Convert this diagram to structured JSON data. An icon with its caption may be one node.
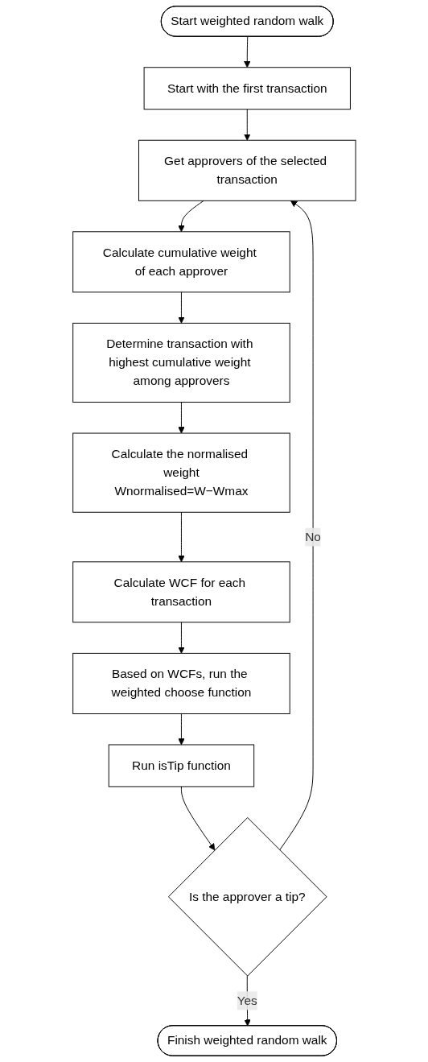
{
  "diagram": {
    "nodes": [
      {
        "text": [
          "Start weighted random walk"
        ]
      },
      {
        "text": [
          "Start with the first transaction"
        ]
      },
      {
        "text": [
          "Get approvers of the selected transaction"
        ]
      },
      {
        "text": [
          "Calculate cumulative weight of each approver"
        ]
      },
      {
        "text": [
          "Determine transaction with highest cumulative weight among approvers"
        ]
      },
      {
        "text": [
          "Calculate the normalised weight",
          "Wnormalised=W−Wmax"
        ]
      },
      {
        "text": [
          "Calculate WCF for each transaction"
        ]
      },
      {
        "text": [
          "Based on WCFs, run the weighted choose function"
        ]
      },
      {
        "text": [
          "Run isTip function"
        ]
      },
      {
        "text": [
          "Is the approver a tip?"
        ]
      },
      {
        "text": [
          "Finish weighted random walk"
        ]
      }
    ],
    "edges": [
      {
        "from": 0,
        "to": 1,
        "arrow": "to"
      },
      {
        "from": 1,
        "to": 2,
        "arrow": "to"
      },
      {
        "from": 2,
        "to": 3,
        "arrow": "to"
      },
      {
        "from": 3,
        "to": 4,
        "arrow": "to"
      },
      {
        "from": 4,
        "to": 5,
        "arrow": "to"
      },
      {
        "from": 5,
        "to": 6,
        "arrow": "to"
      },
      {
        "from": 6,
        "to": 7,
        "arrow": "to"
      },
      {
        "from": 7,
        "to": 8,
        "arrow": "to"
      },
      {
        "from": 8,
        "to": 9,
        "arrow": "to"
      },
      {
        "from": 9,
        "to": 2,
        "arrow": "to",
        "label": "No"
      },
      {
        "from": 9,
        "to": 10,
        "arrow": "to",
        "label": "Yes"
      }
    ]
  }
}
